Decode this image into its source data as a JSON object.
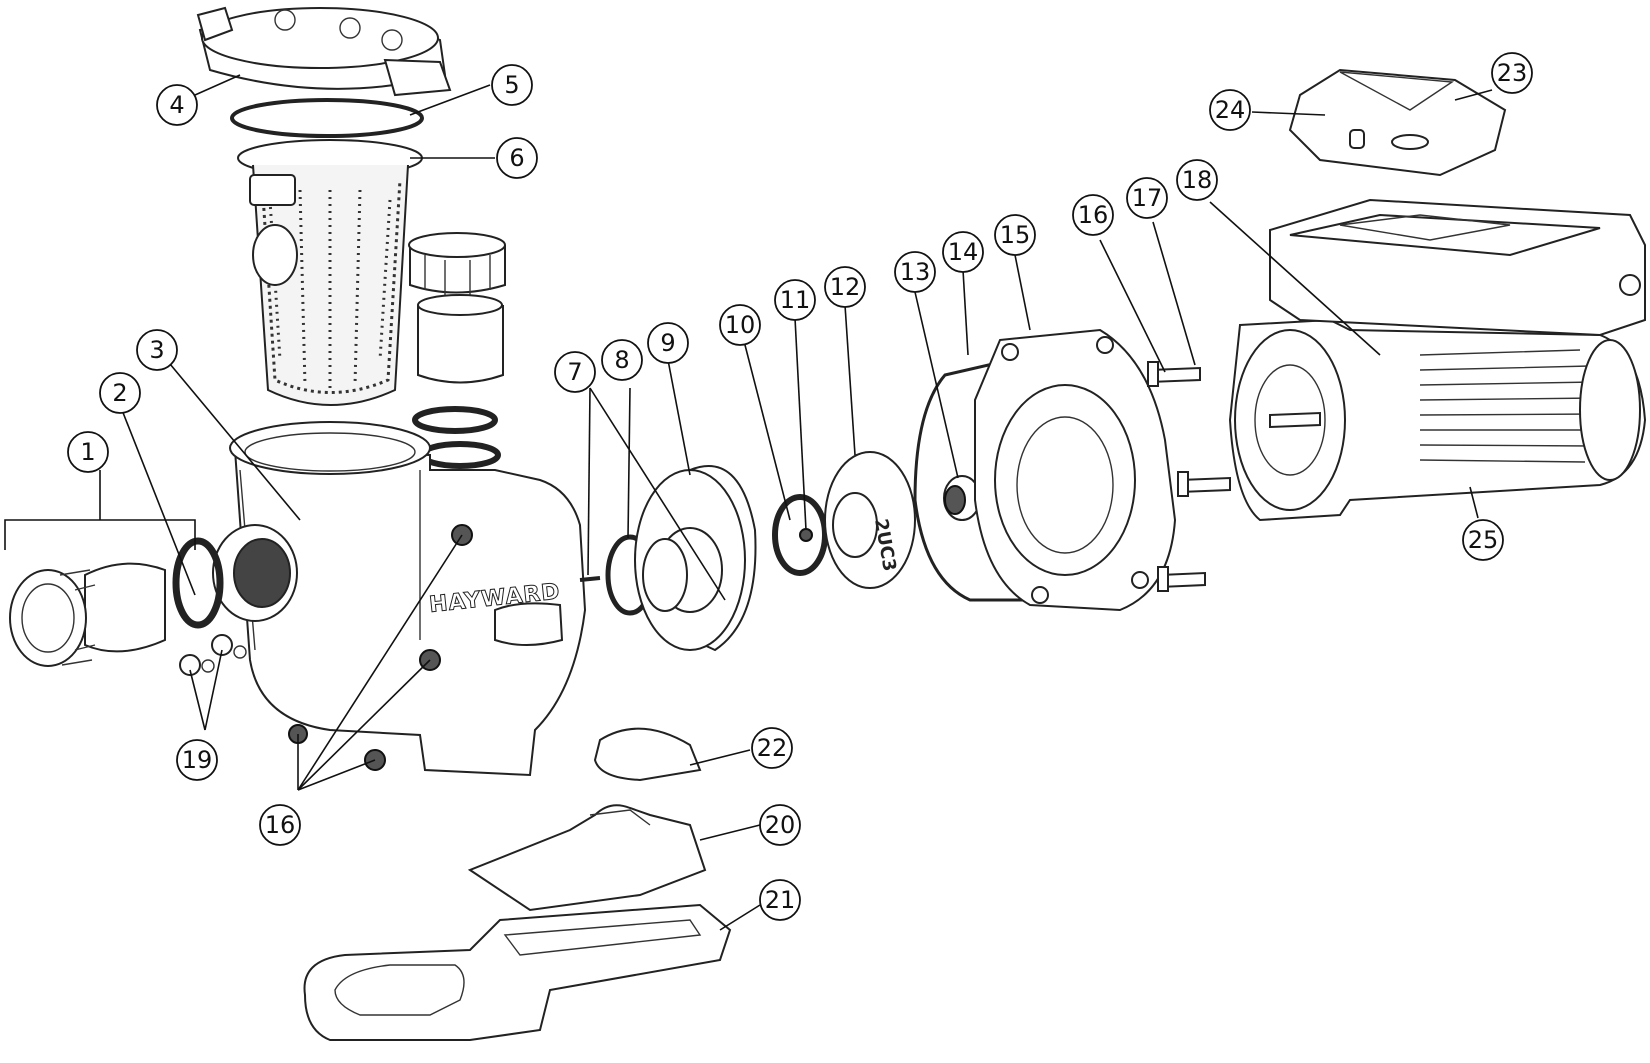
{
  "diagram": {
    "brand_text": "HAYWARD",
    "impeller_text": "2UC3",
    "callouts": [
      "1",
      "2",
      "3",
      "4",
      "5",
      "6",
      "7",
      "8",
      "9",
      "10",
      "11",
      "12",
      "13",
      "14",
      "15",
      "16",
      "17",
      "18",
      "19",
      "16",
      "20",
      "21",
      "22",
      "23",
      "24",
      "25"
    ]
  }
}
